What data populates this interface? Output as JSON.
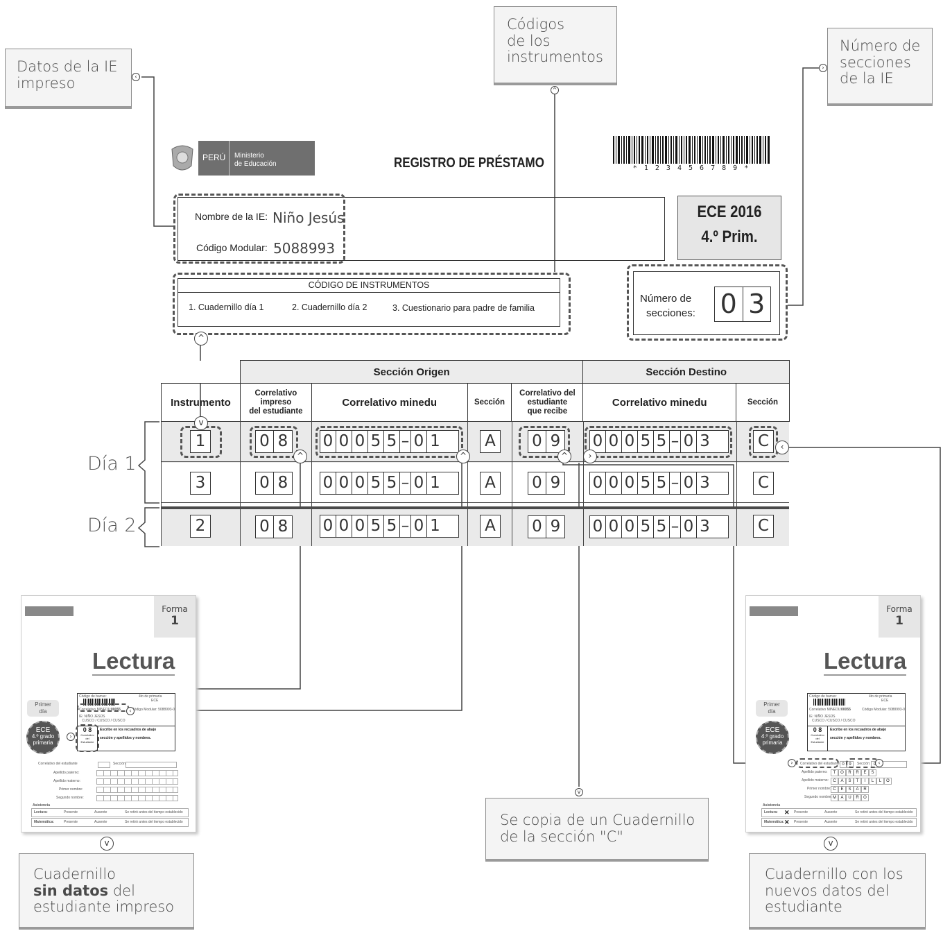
{
  "callouts": {
    "datos_ie": [
      "Datos de la IE",
      "impreso"
    ],
    "codigos": [
      "Códigos",
      "de los",
      "instrumentos"
    ],
    "secciones": [
      "Número de",
      "secciones",
      "de la IE"
    ],
    "copia": [
      "Se copia de un Cuadernillo",
      "de la sección \"C\""
    ],
    "sin_datos_pre": "Cuadernillo",
    "sin_datos_bold": "sin datos",
    "sin_datos_post": " del",
    "sin_datos_last": "estudiante impreso",
    "nuevos": [
      "Cuadernillo con los",
      "nuevos datos del",
      "estudiante"
    ]
  },
  "header": {
    "country": "PERÚ",
    "ministry_line1": "Ministerio",
    "ministry_line2": "de Educación",
    "title": "REGISTRO DE PRÉSTAMO",
    "barcode_text": "* 1 2 3 4 5 6 7 8 9 *"
  },
  "ie": {
    "name_label": "Nombre de la IE:",
    "name_value": "Niño Jesús",
    "code_label": "Código Modular:",
    "code_value": "5088993"
  },
  "ece": {
    "line1": "ECE 2016",
    "line2": "4.º Prim."
  },
  "instrument_codes": {
    "title": "CÓDIGO DE INSTRUMENTOS",
    "item1": "1. Cuadernillo día 1",
    "item2": "2. Cuadernillo día 2",
    "item3": "3. Cuestionario para padre de familia"
  },
  "sections_count": {
    "label_line1": "Número de",
    "label_line2": "secciones:",
    "digits": [
      "0",
      "3"
    ]
  },
  "table": {
    "group_origen": "Sección Origen",
    "group_destino": "Sección Destino",
    "col_instrumento": "Instrumento",
    "col_corr_impreso": [
      "Correlativo",
      "impreso",
      "del estudiante"
    ],
    "col_corr_minedu": "Correlativo minedu",
    "col_seccion": "Sección",
    "col_corr_recibe": [
      "Correlativo del",
      "estudiante",
      "que recibe"
    ],
    "col_corr_minedu_dest": "Correlativo minedu",
    "col_seccion_dest": "Sección",
    "rows": [
      {
        "instrumento": "1",
        "corr_origen": [
          "0",
          "8"
        ],
        "minedu_origen": [
          "0",
          "0",
          "0",
          "5",
          "5",
          "–",
          "0",
          "1"
        ],
        "seccion_origen": "A",
        "corr_destino": [
          "0",
          "9"
        ],
        "minedu_destino": [
          "0",
          "0",
          "0",
          "5",
          "5",
          "–",
          "0",
          "3"
        ],
        "seccion_destino": "C"
      },
      {
        "instrumento": "3",
        "corr_origen": [
          "0",
          "8"
        ],
        "minedu_origen": [
          "0",
          "0",
          "0",
          "5",
          "5",
          "–",
          "0",
          "1"
        ],
        "seccion_origen": "A",
        "corr_destino": [
          "0",
          "9"
        ],
        "minedu_destino": [
          "0",
          "0",
          "0",
          "5",
          "5",
          "–",
          "0",
          "3"
        ],
        "seccion_destino": "C"
      },
      {
        "instrumento": "2",
        "corr_origen": [
          "0",
          "8"
        ],
        "minedu_origen": [
          "0",
          "0",
          "0",
          "5",
          "5",
          "–",
          "0",
          "1"
        ],
        "seccion_origen": "A",
        "corr_destino": [
          "0",
          "9"
        ],
        "minedu_destino": [
          "0",
          "0",
          "0",
          "5",
          "5",
          "–",
          "0",
          "3"
        ],
        "seccion_destino": "C"
      }
    ]
  },
  "day_labels": {
    "day1": "Día 1",
    "day2": "Día 2"
  },
  "booklet": {
    "forma": "Forma",
    "forma_num": "1",
    "subject": "Lectura",
    "primer_dia": [
      "Primer",
      "día"
    ],
    "ece_badge": [
      "ECE",
      "4.º grado",
      "primaria"
    ],
    "label_codigo_barras": "Código de barras:",
    "label_dia_primaria": "4to de primaria",
    "label_ece": "ECE",
    "label_correlativo": "Correlativo MINEDU:",
    "correlativo_value": "00055",
    "label_codigo_modular": "Código Modular: 5088993-0",
    "ie_line1": "IE: NIÑO JESÚS",
    "ie_line2": "CUSCO / CUSCO / CUSCO",
    "corr_num": "0 8",
    "corr_label": [
      "Correlativo",
      "del",
      "Estudiante"
    ],
    "instruction": [
      "Escribe en los recuadros de abajo",
      "sección y apellidos y nombres."
    ],
    "form_labels": [
      "Correlativo del estudiante",
      "Apellido paterno:",
      "Apellido materno:",
      "Primer nombre:",
      "Segundo nombre:"
    ],
    "seccion_label": "Sección:",
    "asistencia": "Asistencia",
    "lectura_label": "Lectura:",
    "matematica_label": "Matemática:",
    "opt_presente": "Presente",
    "opt_ausente": "Ausente",
    "opt_retiro": "Se retiró antes del tiempo establecido",
    "filled": {
      "correlativo": [
        "0",
        "9"
      ],
      "seccion": "C",
      "paterno": [
        "T",
        "O",
        "R",
        "R",
        "E",
        "S"
      ],
      "materno": [
        "C",
        "A",
        "S",
        "T",
        "I",
        "L",
        "L",
        "O"
      ],
      "primer": [
        "C",
        "E",
        "S",
        "A",
        "R"
      ],
      "segundo": [
        "M",
        "A",
        "U",
        "R",
        "O"
      ]
    }
  }
}
